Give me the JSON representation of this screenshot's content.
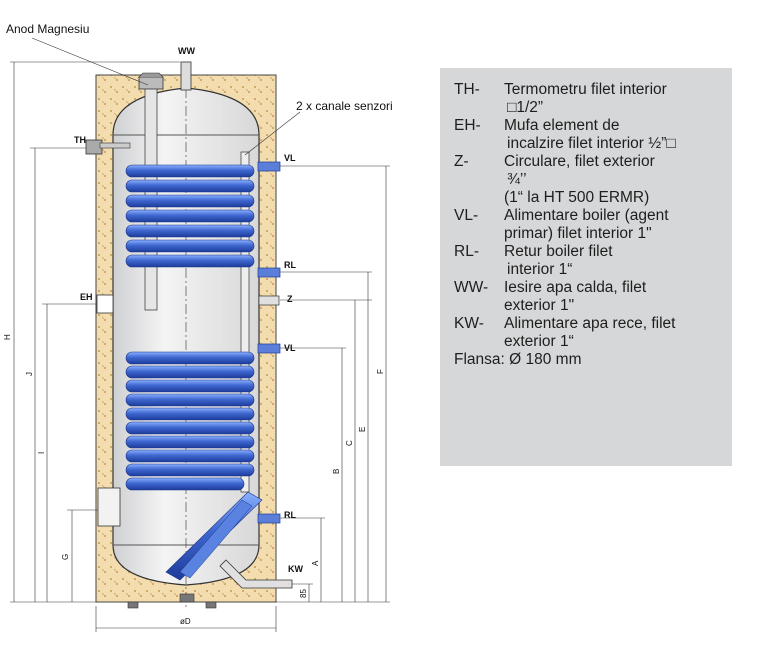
{
  "labels": {
    "anode": "Anod Magnesiu",
    "sensors": "2 x canale senzori",
    "ww": "WW",
    "th": "TH",
    "eh": "EH",
    "vl_top": "VL",
    "rl_top": "RL",
    "z": "Z",
    "vl_bottom": "VL",
    "rl_bottom": "RL",
    "kw": "KW",
    "diameter": "øD",
    "h85": "85"
  },
  "dimensions": {
    "H": "H",
    "J": "J",
    "I": "I",
    "G": "G",
    "A": "A",
    "B": "B",
    "C": "C",
    "E": "E",
    "F": "F"
  },
  "legend": {
    "items": [
      {
        "code": "TH-",
        "line1": "Termometru filet interior",
        "line2": "□1/2”"
      },
      {
        "code": "EH-",
        "line1": "Mufa   element   de",
        "line2": "incalzire  filet  interior ½”□"
      },
      {
        "code": "Z-",
        "line1": "Circulare, filet exterior",
        "line2": "¾’’",
        "line3": "(1“ la HT 500 ERMR)"
      },
      {
        "code": "VL-",
        "line1": "Alimentare boiler (agent",
        "line2": "primar) filet interior 1\""
      },
      {
        "code": "RL-",
        "line1": "Retur boiler filet",
        "line2": "interior 1“"
      },
      {
        "code": "WW-",
        "line1": "Iesire apa calda, filet",
        "line2": "exterior 1\""
      },
      {
        "code": "KW-",
        "line1": "Alimentare apa rece, filet",
        "line2": "exterior 1“"
      }
    ],
    "flange_label": "Flansa:",
    "flange_value": "Ø 180 mm"
  },
  "colors": {
    "insulation": "#f2d9a8",
    "coil": "#3b63c9",
    "panel": "#d6d7d8"
  }
}
